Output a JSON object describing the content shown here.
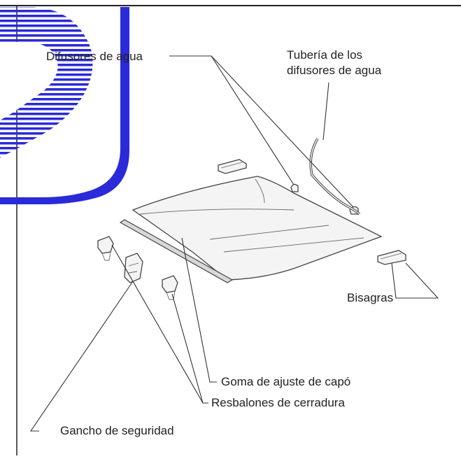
{
  "labels": {
    "water_sprayers": "Difusores de agua",
    "sprayer_tube_line1": "Tubería de los",
    "sprayer_tube_line2": "difusores de agua",
    "hinges": "Bisagras",
    "hood_seal": "Goma de ajuste de capó",
    "lock_bumpers": "Resbalones de cerradura",
    "safety_hook": "Gancho de seguridad"
  },
  "stamp": {
    "color": "#2a2ad8"
  }
}
